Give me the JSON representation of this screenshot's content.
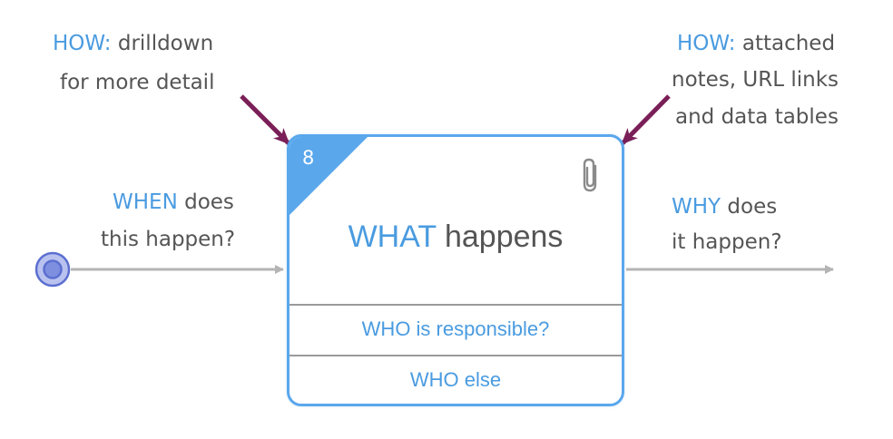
{
  "how_drilldown": {
    "keyword": "HOW:",
    "line1_rest": " drilldown",
    "line2": "for more detail"
  },
  "how_attached": {
    "keyword": "HOW:",
    "line1_rest": " attached",
    "line2": "notes, URL links",
    "line3": "and data tables"
  },
  "when": {
    "keyword": "WHEN",
    "line1_rest": " does",
    "line2": "this happen?"
  },
  "why": {
    "keyword": "WHY",
    "line1_rest": " does",
    "line2": "it happen?"
  },
  "card": {
    "number": "8",
    "title_keyword": "WHAT",
    "title_rest": " happens",
    "who_responsible": "WHO is responsible?",
    "who_else": "WHO else"
  },
  "colors": {
    "accent": "#4a9be0",
    "card_border": "#5aa7ec",
    "arrow_gray": "#b4b4b4",
    "callout_arrow": "#7a1f57",
    "start_node": "#5b6fd0",
    "text_gray": "#555555"
  },
  "icons": {
    "attachment": "paperclip-icon",
    "start": "start-event-icon"
  }
}
